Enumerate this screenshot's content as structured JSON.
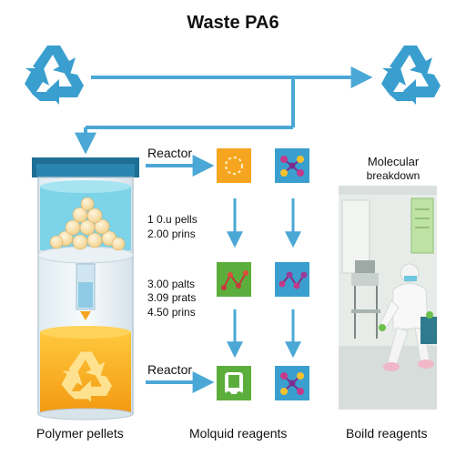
{
  "title": "Waste PA6",
  "colors": {
    "recycle_blue": "#3a9fcf",
    "arrow_blue": "#4ba8d6",
    "reactor_orange": "#f6a521",
    "liquid_cyan": "#7dd3e8"
  },
  "labels": {
    "reactor_top": "Reactor",
    "reactor_bottom": "Reactor",
    "molecular_line1": "Molecular",
    "molecular_line2": "breakdown",
    "group1": [
      "1 0.u pells",
      "2.00 prins"
    ],
    "group2": [
      "3.00 palts",
      "3.09 prats",
      "4.50 prins"
    ],
    "bottom_left": "Polymer pellets",
    "bottom_mid": "Molquid reagents",
    "bottom_right": "Boild reagents"
  },
  "icons": {
    "recycle_left": "recycle-icon",
    "recycle_right": "recycle-icon",
    "recycle_tank": "recycle-icon"
  }
}
